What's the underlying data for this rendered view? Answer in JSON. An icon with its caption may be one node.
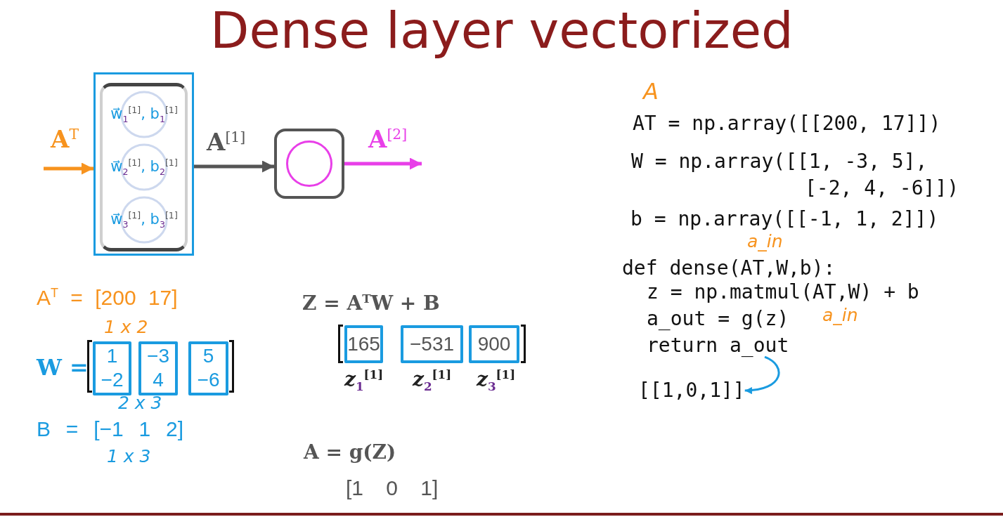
{
  "diagram": {
    "title": "Dense layer vectorized",
    "nodes": [
      {
        "text": [],
        "shape": "box"
      },
      {
        "text": [],
        "shape": "box",
        "in": 0
      },
      {
        "text": [
          "w⃗$_{1}$$^{[1]}$, b$_{1}$$^{[1]}$"
        ],
        "in": 1
      },
      {
        "text": [
          "w⃗$_{2}$$^{[1]}$, b$_{2}$$^{[1]}$"
        ],
        "in": 1
      },
      {
        "text": [
          "w⃗$_{3}$$^{[1]}$, b$_{3}$$^{[1]}$"
        ],
        "in": 1
      },
      {
        "text": [],
        "shape": "box"
      },
      {
        "text": [],
        "shape": "circle",
        "in": 5
      },
      {
        "text": [
          "1",
          "−2"
        ]
      },
      {
        "text": [
          "−3",
          "4"
        ]
      },
      {
        "text": [
          "5",
          "−6"
        ]
      },
      {
        "text": [
          "165"
        ]
      },
      {
        "text": [
          "−531"
        ]
      },
      {
        "text": [
          "900"
        ]
      },
      {
        "text": [
          "return a_out"
        ]
      },
      {
        "text": [
          "[[1,0,1]]"
        ]
      }
    ],
    "edges": [
      {
        "from": null,
        "to": 0,
        "arrow": "to",
        "label": "A$^{T}$",
        "color": "#f7931e"
      },
      {
        "from": 0,
        "to": 5,
        "arrow": "to",
        "label": "A$^{[1]}$",
        "color": "#555555"
      },
      {
        "from": 5,
        "to": null,
        "arrow": "to",
        "label": "A$^{[2]}$",
        "color": "#e83fe8"
      },
      {
        "from": 13,
        "to": 14,
        "arrow": "to",
        "color": "#1a9be0"
      }
    ],
    "labels": [
      "A$^{T}$ = [200 17]",
      "1 x 2",
      "W =",
      "2 x 3",
      "B = [−1 1 2]",
      "1 x 3",
      "Z = A$^{T}$W + B",
      "z$_{1}$$^{[1]}$",
      "z$_{2}$$^{[1]}$",
      "z$_{3}$$^{[1]}$",
      "A = g(Z)",
      "[1 0 1]",
      "A",
      "AT = np.array([[200, 17]])",
      "W = np.array([[1, -3, 5],",
      "[-2, 4, -6]])",
      "b = np.array([[-1, 1, 2]])",
      "a_in",
      "def dense(AT,W,b):",
      "z = np.matmul(AT,W) + b",
      "a_out = g(z)",
      "a_in"
    ]
  }
}
